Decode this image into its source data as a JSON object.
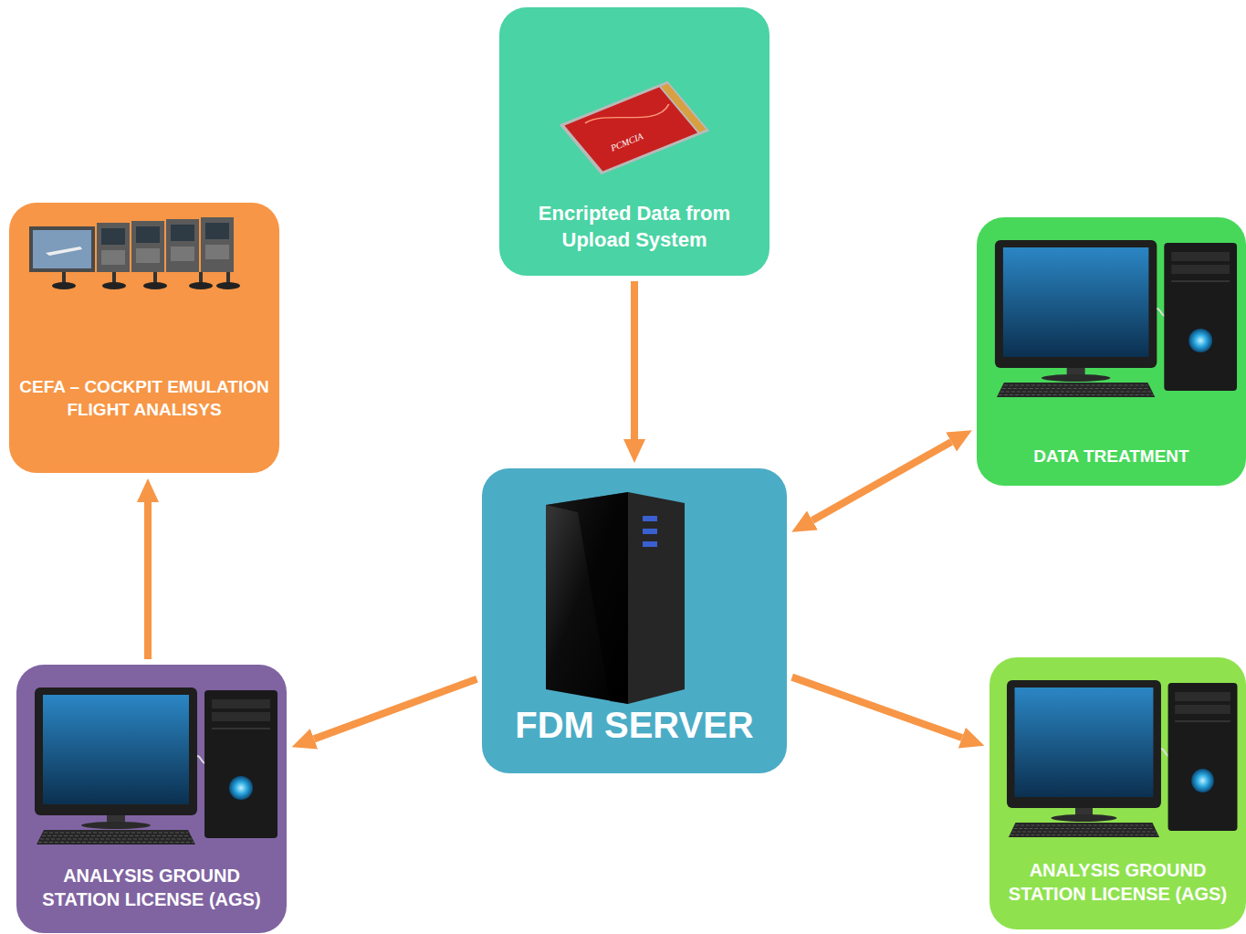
{
  "diagram": {
    "nodes": [
      {
        "text": [
          "Encripted Data from Upload System"
        ]
      },
      {
        "text": [
          "CEFA – COCKPIT EMULATION FLIGHT ANALISYS"
        ]
      },
      {
        "text": [
          "DATA TREATMENT"
        ]
      },
      {
        "text": [
          "FDM SERVER"
        ]
      },
      {
        "text": [
          "ANALYSIS GROUND STATION LICENSE (AGS)"
        ]
      },
      {
        "text": [
          "ANALYSIS GROUND STATION LICENSE (AGS)"
        ]
      }
    ],
    "edges": [
      {
        "from": 0,
        "to": 3,
        "arrow": "to"
      },
      {
        "from": 3,
        "to": 2,
        "arrow": "both"
      },
      {
        "from": 3,
        "to": 4,
        "arrow": "to"
      },
      {
        "from": 3,
        "to": 5,
        "arrow": "to"
      },
      {
        "from": 4,
        "to": 1,
        "arrow": "to"
      }
    ],
    "labels": [
      "PCMCIA"
    ]
  }
}
